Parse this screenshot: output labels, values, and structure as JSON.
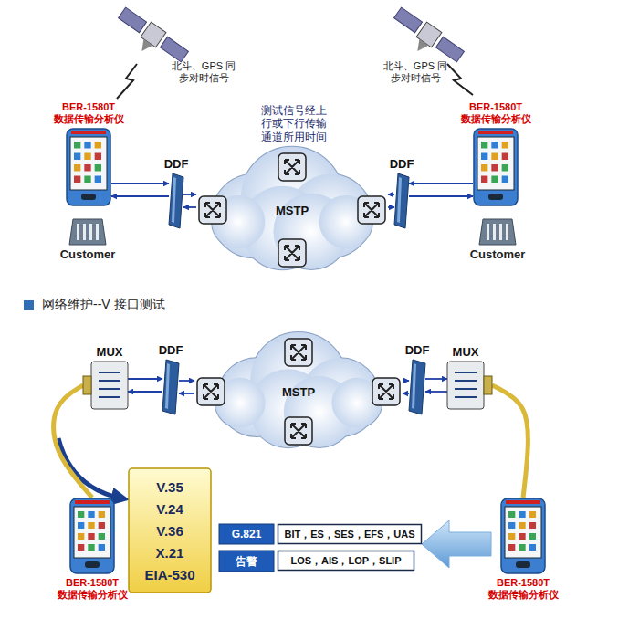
{
  "diagram": {
    "nodes": [
      {
        "text": [
          "BER-1580T",
          "数据传输分析仪"
        ]
      },
      {
        "text": [
          "BER-1580T",
          "数据传输分析仪"
        ]
      },
      {
        "text": [
          "DDF"
        ]
      },
      {
        "text": [
          "DDF"
        ]
      },
      {
        "text": [
          "MSTP"
        ]
      },
      {
        "text": [
          "Customer"
        ]
      },
      {
        "text": [
          "Customer"
        ]
      },
      {
        "text": [
          "MUX"
        ]
      },
      {
        "text": [
          "DDF"
        ]
      },
      {
        "text": [
          "MSTP"
        ]
      },
      {
        "text": [
          "DDF"
        ]
      },
      {
        "text": [
          "MUX"
        ]
      },
      {
        "text": [
          "BER-1580T",
          "数据传输分析仪"
        ]
      },
      {
        "text": [
          "BER-1580T",
          "数据传输分析仪"
        ]
      },
      {
        "text": [
          "V.35",
          "V.24",
          "V.36",
          "X.21",
          "EIA-530"
        ]
      },
      {
        "text": [
          "G.821"
        ]
      },
      {
        "text": [
          "BIT，ES，SES，EFS，UAS"
        ]
      },
      {
        "text": [
          "告警"
        ]
      },
      {
        "text": [
          "LOS，AIS，LOP，SLIP"
        ]
      }
    ],
    "edges": [
      {
        "from": 0,
        "to": 2,
        "arrow": "to"
      },
      {
        "from": 2,
        "to": 0,
        "arrow": "to"
      },
      {
        "from": 2,
        "to": 4,
        "arrow": "to"
      },
      {
        "from": 4,
        "to": 2,
        "arrow": "to"
      },
      {
        "from": 1,
        "to": 3,
        "arrow": "to"
      },
      {
        "from": 3,
        "to": 1,
        "arrow": "to"
      },
      {
        "from": 3,
        "to": 4,
        "arrow": "to"
      },
      {
        "from": 4,
        "to": 3,
        "arrow": "to"
      },
      {
        "from": 7,
        "to": 8,
        "arrow": "to"
      },
      {
        "from": 8,
        "to": 7,
        "arrow": "to"
      },
      {
        "from": 8,
        "to": 9,
        "arrow": "to"
      },
      {
        "from": 9,
        "to": 8,
        "arrow": "to"
      },
      {
        "from": 9,
        "to": 10,
        "arrow": "to"
      },
      {
        "from": 10,
        "to": 9,
        "arrow": "to"
      },
      {
        "from": 10,
        "to": 11,
        "arrow": "to"
      },
      {
        "from": 11,
        "to": 10,
        "arrow": "to"
      },
      {
        "from": 7,
        "to": 12,
        "arrow": "none"
      },
      {
        "from": 11,
        "to": 13,
        "arrow": "none"
      }
    ],
    "labels": [
      "北斗、GPS 同步对时信号",
      "北斗、GPS 同步对时信号",
      "测试信号经上行或下行传输通道所用时间",
      "网络维护--V 接口测试"
    ]
  }
}
